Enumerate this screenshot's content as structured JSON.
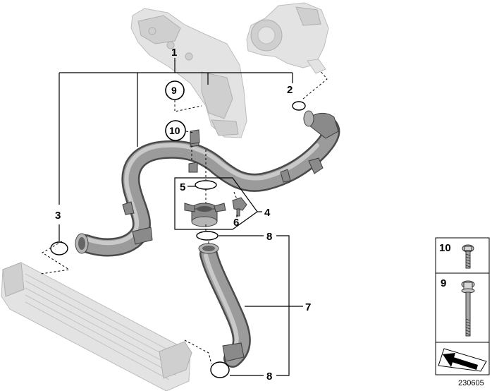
{
  "callouts": {
    "c1": "1",
    "c2": "2",
    "c3": "3",
    "c4": "4",
    "c5": "5",
    "c6": "6",
    "c7": "7",
    "c8_top": "8",
    "c8_bottom": "8",
    "c9": "9",
    "c10": "10"
  },
  "legend": {
    "item_10": "10",
    "item_9": "9"
  },
  "reference_number": "230605"
}
